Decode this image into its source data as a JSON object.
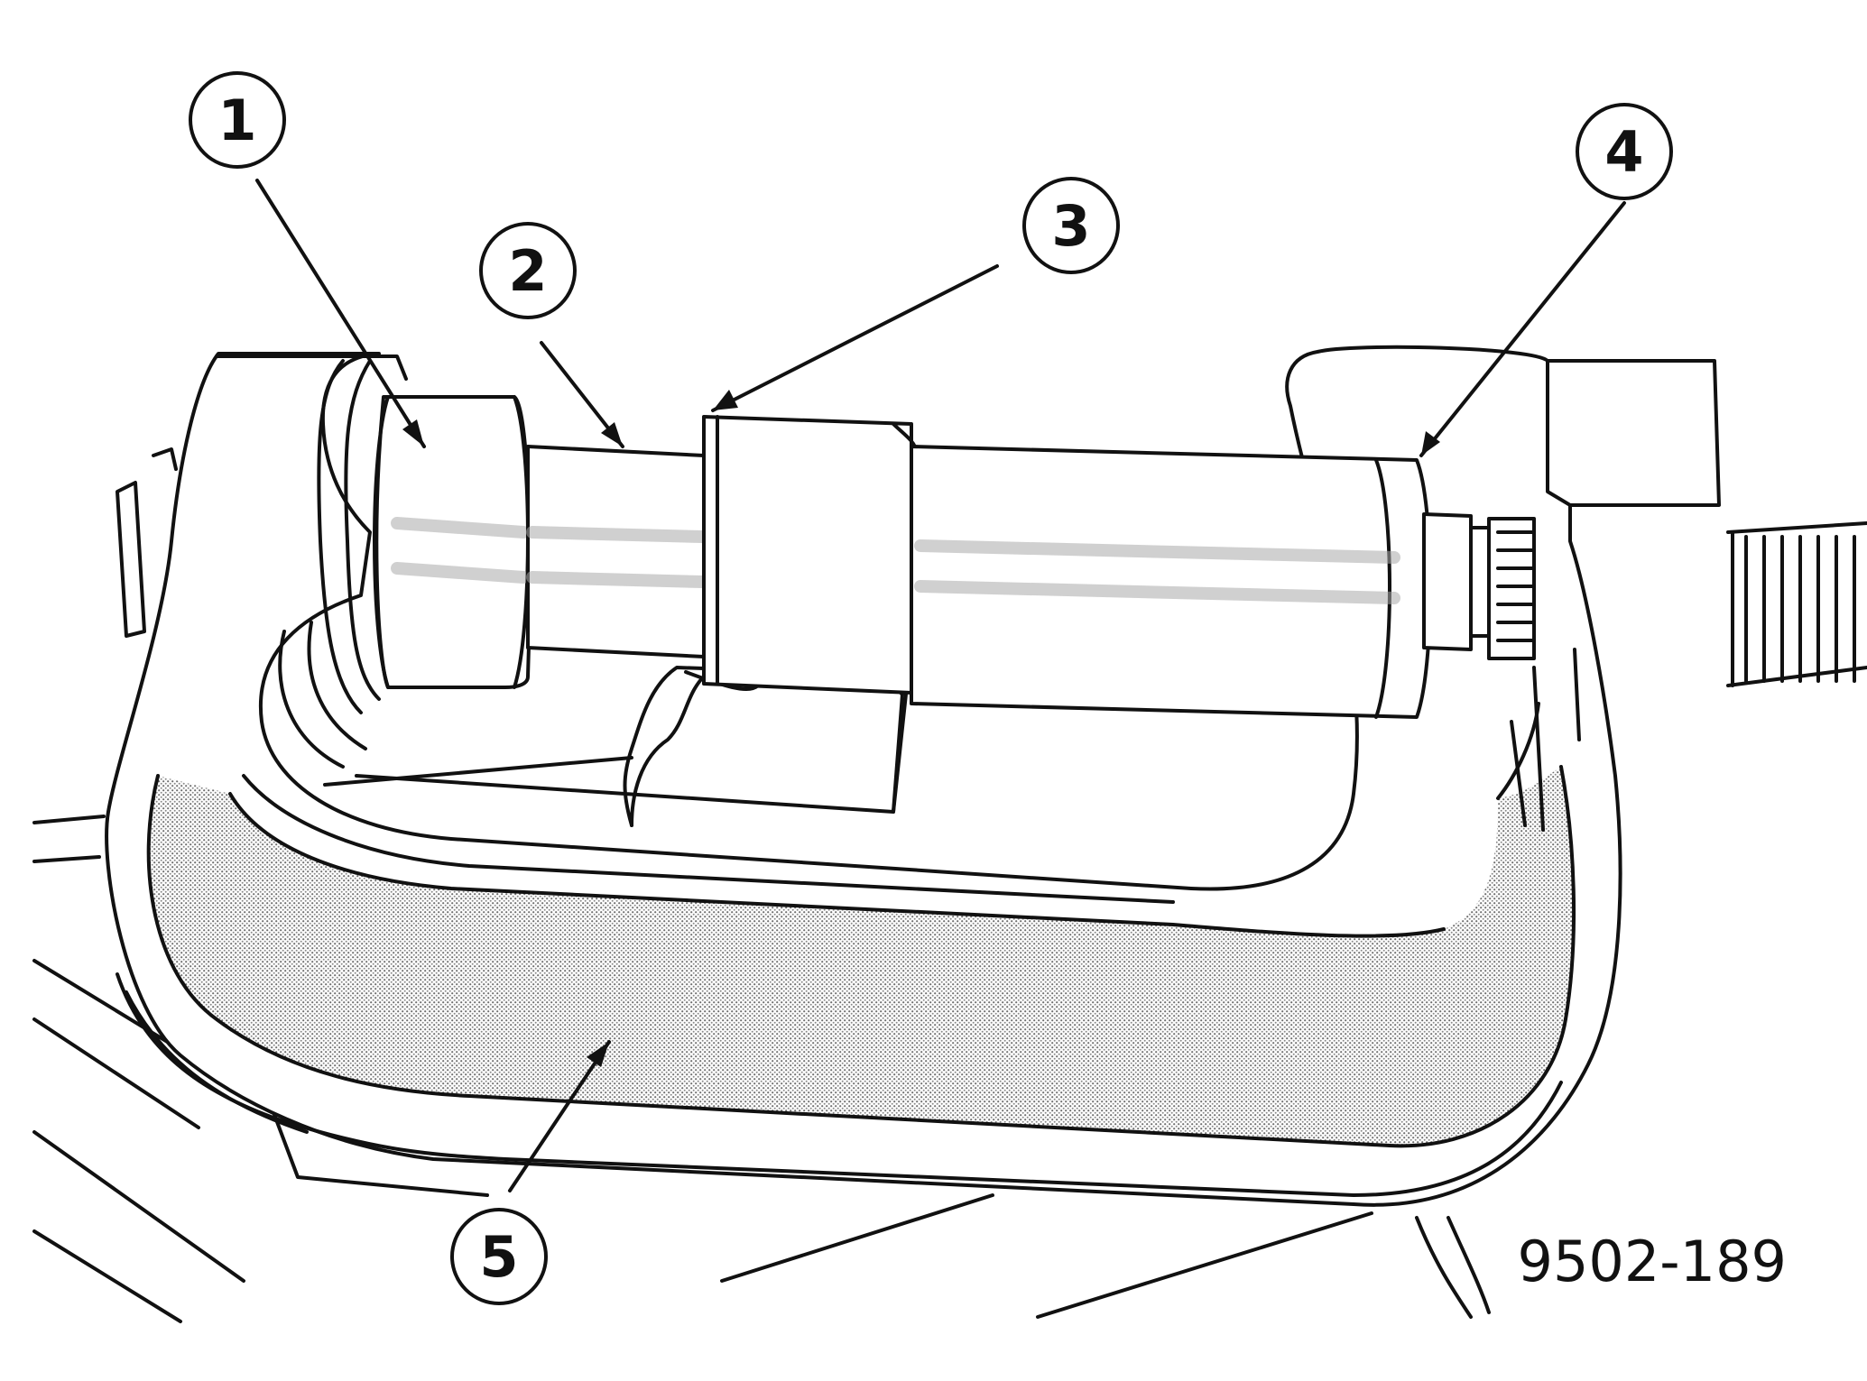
{
  "figure": {
    "code": "9502-189",
    "callouts": [
      {
        "id": "1",
        "label": "1"
      },
      {
        "id": "2",
        "label": "2"
      },
      {
        "id": "3",
        "label": "3"
      },
      {
        "id": "4",
        "label": "4"
      },
      {
        "id": "5",
        "label": "5"
      }
    ]
  }
}
